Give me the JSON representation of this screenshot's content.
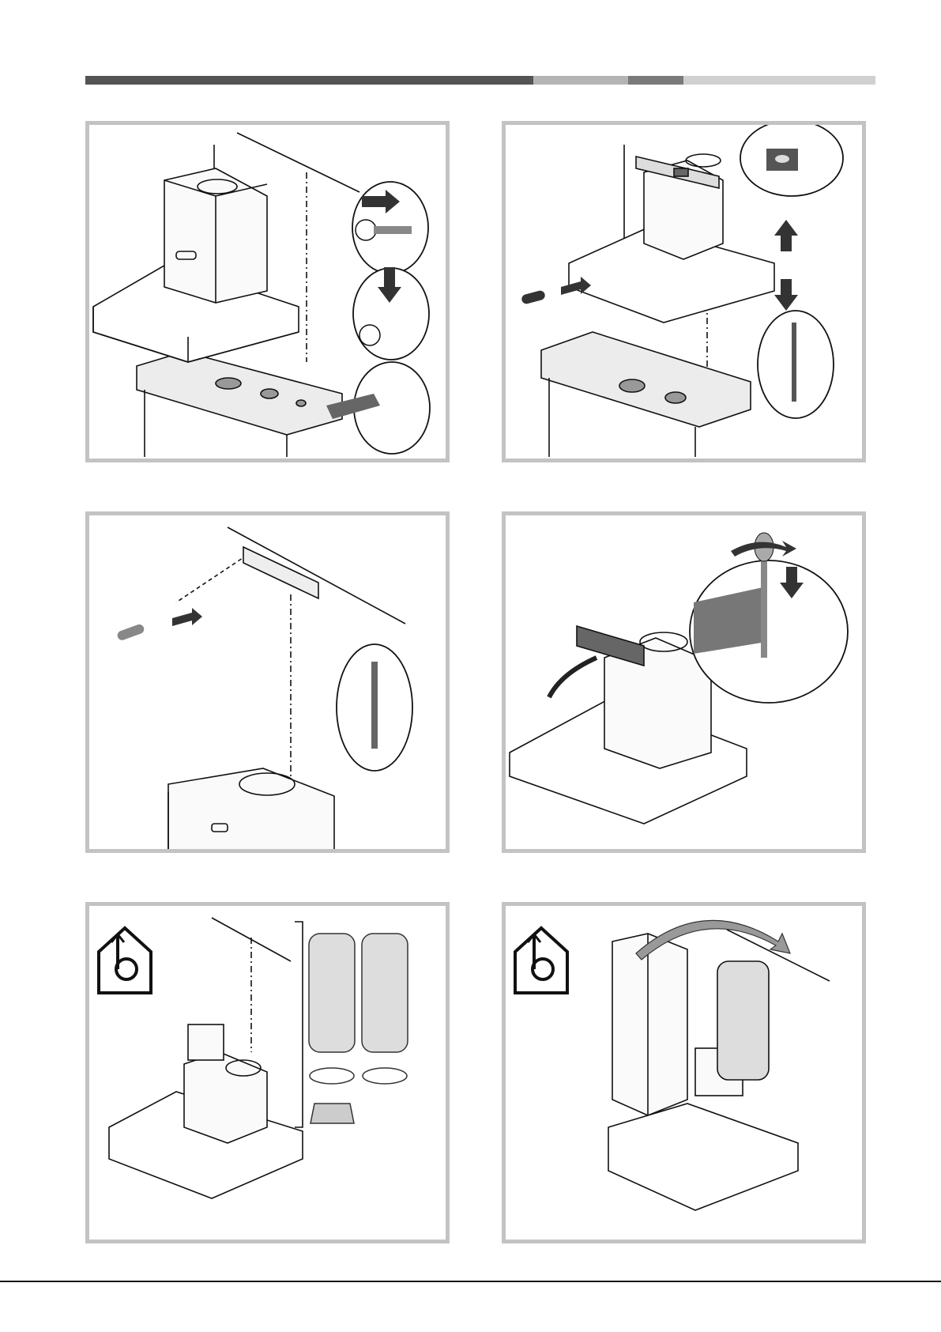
{
  "document": {
    "type": "installation-manual-page",
    "header_bar_colors": [
      "#545456",
      "#b4b4b6",
      "#7a7a7c",
      "#d0d0d2"
    ],
    "panel_border_color": "#c3c3c5",
    "panels": [
      {
        "id": 1,
        "icon": "wall-mount-screws-icon",
        "content": "hood-on-wall-with-screw-detail-illustration"
      },
      {
        "id": 2,
        "icon": "level-bubble-icon",
        "content": "hood-leveling-illustration"
      },
      {
        "id": 3,
        "icon": "screwdriver-icon",
        "content": "bracket-fixing-illustration"
      },
      {
        "id": 4,
        "icon": "screwdriver-icon",
        "content": "motor-block-fixing-illustration"
      },
      {
        "id": 5,
        "icon": "ducting-mode-icon",
        "content": "flexible-duct-kit-illustration"
      },
      {
        "id": 6,
        "icon": "ducting-mode-icon",
        "content": "chimney-cover-fitting-illustration"
      }
    ]
  }
}
